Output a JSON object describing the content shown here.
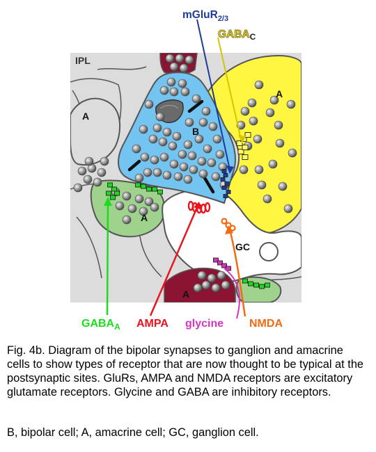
{
  "labels": {
    "ipl": "IPL",
    "bipolar": "B",
    "amacrine": "A",
    "ganglion": "GC"
  },
  "receptors": {
    "mglur_main": "mGluR",
    "mglur_sub": "2/3",
    "gabac_main": "GABA",
    "gabac_sub": "C",
    "gabaa_main": "GABA",
    "gabaa_sub": "A",
    "ampa": "AMPA",
    "glycine": "glycine",
    "nmda": "NMDA"
  },
  "caption": {
    "main": "Fig. 4b.  Diagram of the bipolar synapses to ganglion and amacrine cells to show types of receptor that are now thought to be typical at the postsynaptic sites. GluRs, AMPA and NMDA receptors are excitatory glutamate receptors. Glycine and GABA are inhibitory receptors.",
    "legend": "B, bipolar cell; A, amacrine cell; GC, ganglion cell."
  },
  "colors": {
    "background_panel": "#dcdcdc",
    "bipolar_cell": "#74c4f2",
    "amacrine_yellow": "#fef640",
    "amacrine_green": "#9fd28d",
    "amacrine_maroon": "#8b1433",
    "ganglion_cell": "#ffffff",
    "mglur": "#1e3a9a",
    "gabac": "#d8c400",
    "gabaa": "#1ddc1d",
    "ampa": "#e8141e",
    "glycine": "#d633c4",
    "nmda": "#f26a12"
  }
}
